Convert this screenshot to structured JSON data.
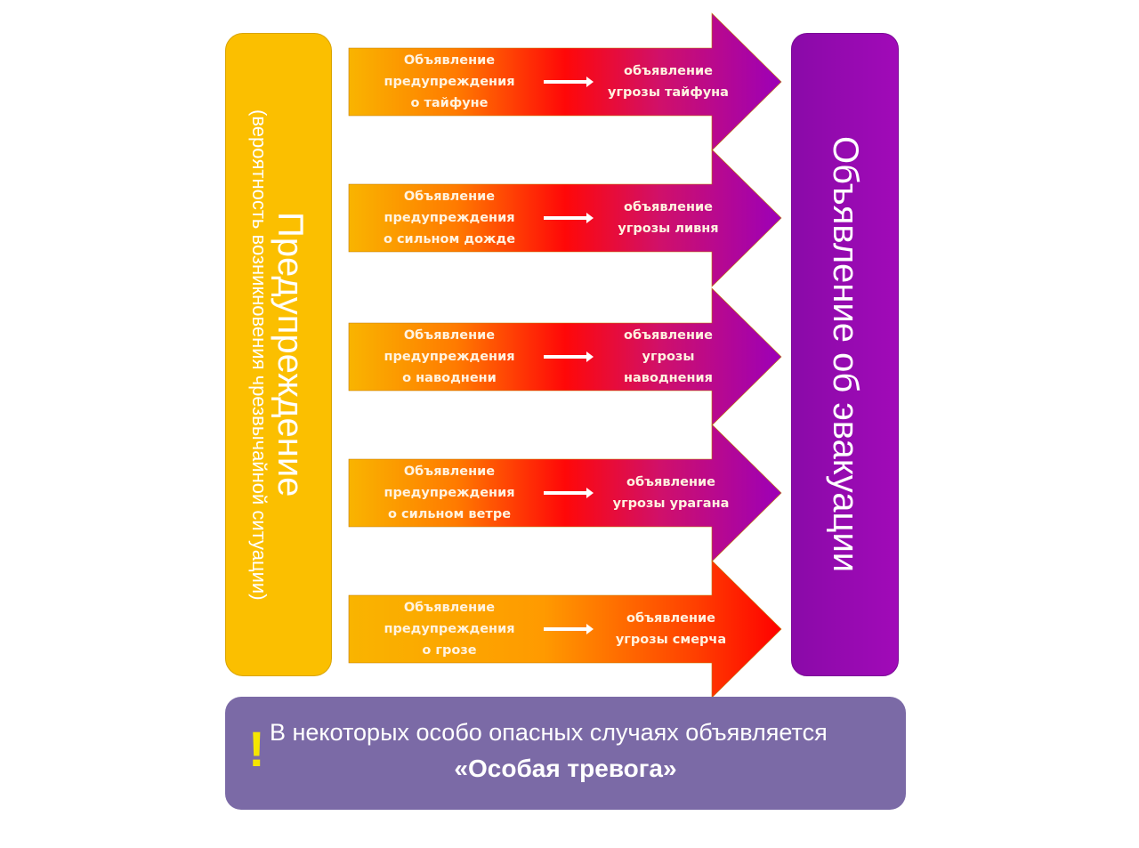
{
  "left_panel": {
    "title": "Предупреждение",
    "subtitle": "(вероятность возникновения чрезвычайной ситуации)"
  },
  "right_panel": {
    "title": "Объявление об эвакуации"
  },
  "arrows": [
    {
      "from": "Объявление\nпредупреждения\nо тайфуне",
      "to": "объявление\nугрозы тайфуна"
    },
    {
      "from": "Объявление\nпредупреждения\nо сильном дожде",
      "to": "объявление\nугрозы ливня"
    },
    {
      "from": "Объявление\nпредупреждения\nо наводнени",
      "to": "объявление\nугрозы\nнаводнения"
    },
    {
      "from": "Объявление\nпредупреждения\nо сильном ветре",
      "to": "объявление\nугрозы урагана"
    },
    {
      "from": "Объявление\nпредупреждения\nо грозе",
      "to": "объявление\nугрозы смерча"
    }
  ],
  "note": {
    "icon": "exclamation-icon",
    "mark": "!",
    "line1": "В некоторых особо опасных случаях объявляется",
    "line2": "«Особая тревога»"
  },
  "colors": {
    "orange": "#f9b000",
    "red": "#ff0000",
    "purple": "#9c00b4",
    "note_bg": "#7b6aa6",
    "left_bg": "#fbbf00"
  }
}
